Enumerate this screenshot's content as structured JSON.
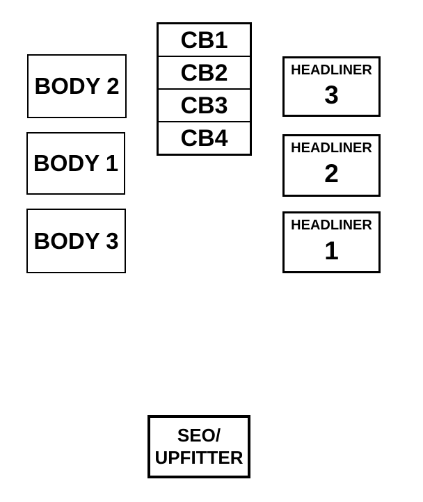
{
  "page": {
    "background_color": "#ffffff",
    "ink_color": "#000000"
  },
  "diagram": {
    "type": "fuse-relay-block-diagram",
    "body_boxes": [
      {
        "id": "body-2",
        "label": "BODY 2"
      },
      {
        "id": "body-1",
        "label": "BODY 1"
      },
      {
        "id": "body-3",
        "label": "BODY 3"
      }
    ],
    "cb_stack": {
      "cells": [
        {
          "label": "CB1"
        },
        {
          "label": "CB2"
        },
        {
          "label": "CB3"
        },
        {
          "label": "CB4"
        }
      ]
    },
    "headliner_boxes": [
      {
        "id": "headliner-3",
        "word": "HEADLINER",
        "number": "3"
      },
      {
        "id": "headliner-2",
        "word": "HEADLINER",
        "number": "2"
      },
      {
        "id": "headliner-1",
        "word": "HEADLINER",
        "number": "1"
      }
    ],
    "seo_box": {
      "line1": "SEO/",
      "line2": "UPFITTER"
    }
  }
}
